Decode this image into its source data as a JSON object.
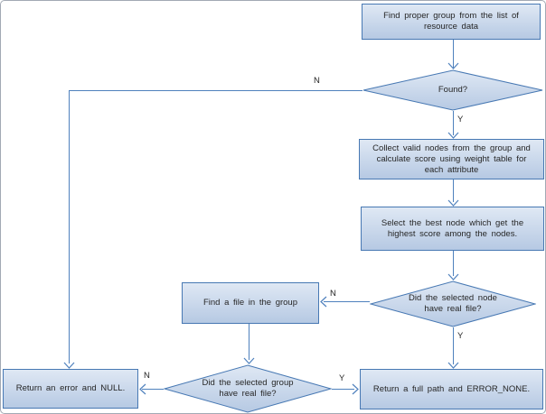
{
  "flowchart": {
    "nodes": {
      "find_group": {
        "label": "Find proper group from the list of resource data"
      },
      "found": {
        "label": "Found?"
      },
      "collect": {
        "label": "Collect valid nodes from the group and calculate score using weight table for each attribute"
      },
      "select_best": {
        "label": "Select the best node which get the highest score among the nodes."
      },
      "node_real_file": {
        "label": "Did the selected node have real file?"
      },
      "find_file": {
        "label": "Find a file in the group"
      },
      "group_real_file": {
        "label": "Did the selected group have real file?"
      },
      "return_error": {
        "label": "Return an error and NULL."
      },
      "return_full_path": {
        "label": "Return a full path and ERROR_NONE."
      }
    },
    "edge_labels": {
      "found_no": "N",
      "found_yes": "Y",
      "node_no": "N",
      "node_yes": "Y",
      "group_no": "N",
      "group_yes": "Y"
    },
    "colors": {
      "shape_fill_top": "#dfe8f4",
      "shape_fill_bottom": "#b6c9e3",
      "shape_border": "#4778b3",
      "connector": "#4f81bd",
      "text": "#262626",
      "canvas_border": "#a2a9b4",
      "canvas_bg": "#ffffff"
    }
  }
}
